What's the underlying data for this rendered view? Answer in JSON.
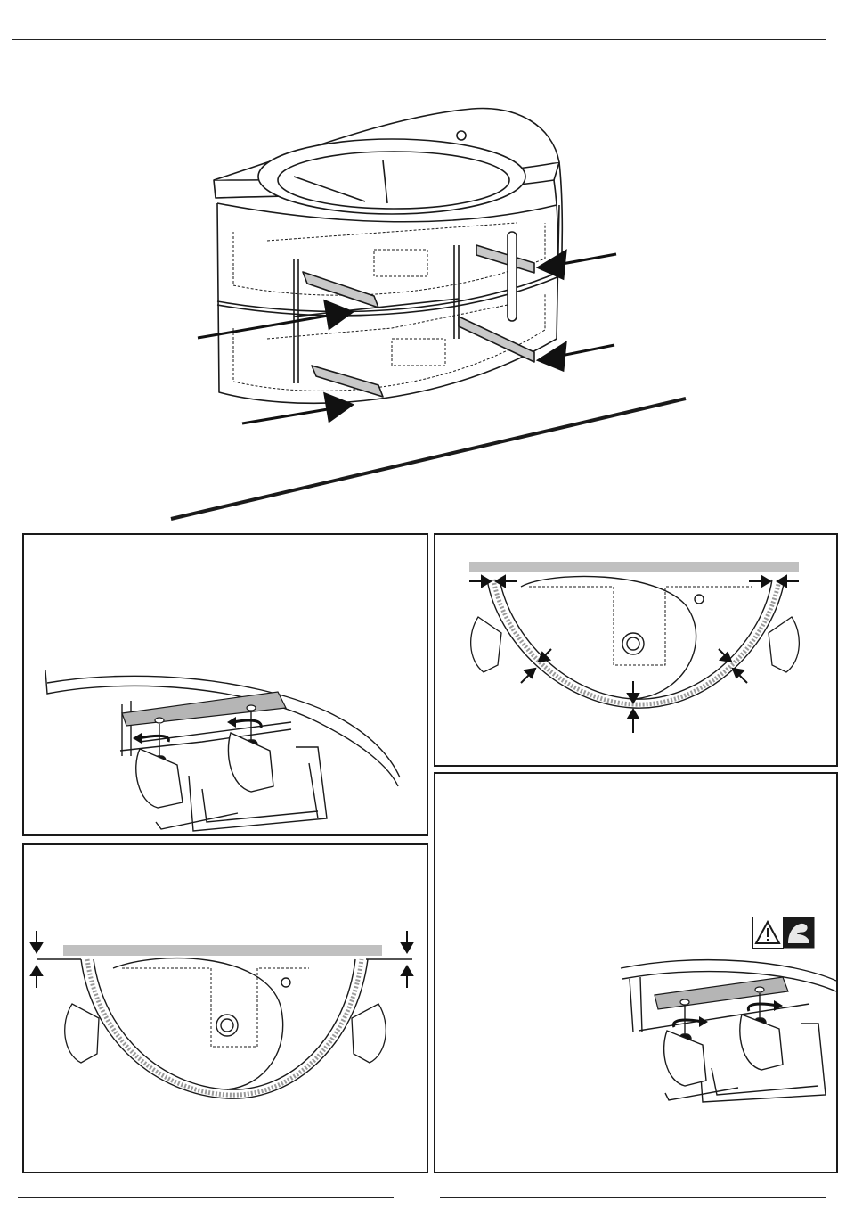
{
  "page": {
    "background": "#ffffff",
    "line_color": "#1a1a1a",
    "accent_gray": "#bdbdbd"
  },
  "hero": {
    "icon": "vanity-cabinet-with-drawers-icon",
    "callout_arrows": 4
  },
  "panels": [
    {
      "id": "panel-1",
      "icon": "screwdriver-adjust-rail-icon"
    },
    {
      "id": "panel-2",
      "icon": "gap-alignment-top-view-icon"
    },
    {
      "id": "panel-3",
      "icon": "level-alignment-top-view-icon"
    },
    {
      "id": "panel-4",
      "icon": "screwdriver-adjust-rail-icon"
    }
  ],
  "warning": {
    "icons": [
      "warning-triangle-icon",
      "strength-arm-icon"
    ]
  }
}
